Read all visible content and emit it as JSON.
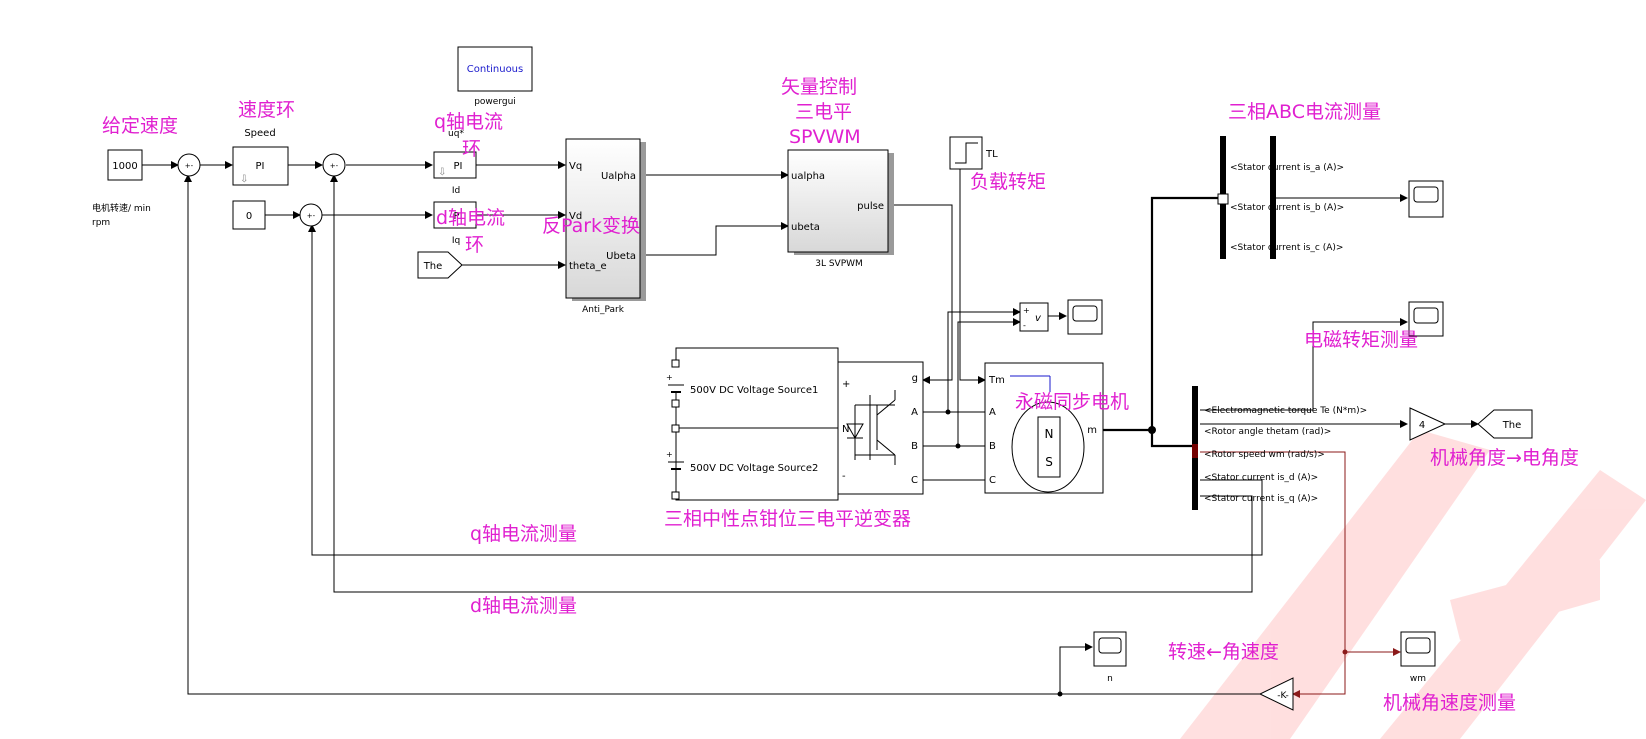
{
  "blocks": {
    "powergui": {
      "label": "Continuous",
      "caption": "powergui"
    },
    "speed_ref": {
      "value": "1000",
      "note_line1": "电机转速/ min",
      "note_line2": "rpm"
    },
    "const_zero": {
      "value": "0"
    },
    "speed_pi": {
      "label": "PI",
      "caption": "Speed"
    },
    "q_pi": {
      "label": "PI",
      "caption_top": "uq*",
      "caption_bottom": "Id"
    },
    "d_pi": {
      "label": "PI",
      "caption_bottom": "Iq"
    },
    "sum_sign": "+-",
    "the_from": {
      "label": "The"
    },
    "anti_park": {
      "caption": "Anti_Park",
      "in1": "Vq",
      "in2": "Vd",
      "in3": "theta_e",
      "out1": "Ualpha",
      "out2": "Ubeta"
    },
    "svpwm": {
      "caption": "3L SVPWM",
      "in1": "ualpha",
      "in2": "ubeta",
      "out1": "pulse"
    },
    "step_tl": {
      "label": "TL"
    },
    "dc_source1": {
      "label": "500V DC Voltage Source1"
    },
    "dc_source2": {
      "label": "500V DC Voltage Source2"
    },
    "inverter": {
      "port_g": "g",
      "port_plus": "+",
      "port_n": "N",
      "port_minus": "-",
      "port_a": "A",
      "port_b": "B",
      "port_c": "C"
    },
    "motor": {
      "port_tm": "Tm",
      "port_a": "A",
      "port_b": "B",
      "port_c": "C",
      "port_m": "m",
      "magnet_n": "N",
      "magnet_s": "S"
    },
    "vmeter": {
      "label": "v",
      "plus": "+",
      "minus": "-"
    },
    "gain4": {
      "label": "4"
    },
    "the_goto": {
      "label": "The"
    },
    "gain_k": {
      "label": "-K-"
    },
    "scope_n": {
      "caption": "n"
    },
    "scope_wm": {
      "caption": "wm"
    },
    "bus_abc": [
      "<Stator current is_a (A)>",
      "<Stator current is_b (A)>",
      "<Stator current is_c (A)>"
    ],
    "bus_motor": [
      "<Electromagnetic torque Te (N*m)>",
      "<Rotor angle thetam (rad)>",
      "<Rotor speed wm (rad/s)>",
      "<Stator current is_d (A)>",
      "<Stator current is_q (A)>"
    ]
  },
  "annotations": {
    "given_speed": "给定速度",
    "speed_loop": "速度环",
    "q_loop_1": "q轴电流",
    "q_loop_2": "环",
    "d_loop_1": "d轴电流",
    "d_loop_2": "环",
    "anti_park": "反Park变换",
    "vector_1": "矢量控制",
    "vector_2": "三电平",
    "vector_3": "SPVWM",
    "load_torque": "负载转矩",
    "abc_measure": "三相ABC电流测量",
    "torque_measure": "电磁转矩测量",
    "pmsm": "永磁同步电机",
    "angle_conv": "机械角度→电角度",
    "inverter": "三相中性点钳位三电平逆变器",
    "q_measure": "q轴电流测量",
    "d_measure": "d轴电流测量",
    "speed_conv": "转速←角速度",
    "wm_measure": "机械角速度测量"
  },
  "colors": {
    "annotation": "#e020d0",
    "block_text_blue": "#1a1acc",
    "signal_red": "#8b1a1a"
  }
}
